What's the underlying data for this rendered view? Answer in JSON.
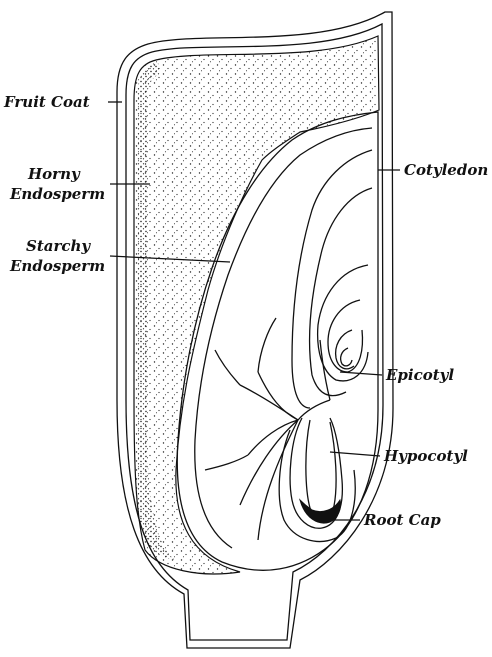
{
  "labels": {
    "fruit_coat": "Fruit Coat",
    "horny_endosperm_1": "Horny",
    "horny_endosperm_2": "Endosperm",
    "starchy_endosperm_1": "Starchy",
    "starchy_endosperm_2": "Endosperm",
    "cotyledon": "Cotyledon",
    "epicotyl": "Epicotyl",
    "hypocotyl": "Hypocotyl",
    "root_cap": "Root Cap"
  }
}
